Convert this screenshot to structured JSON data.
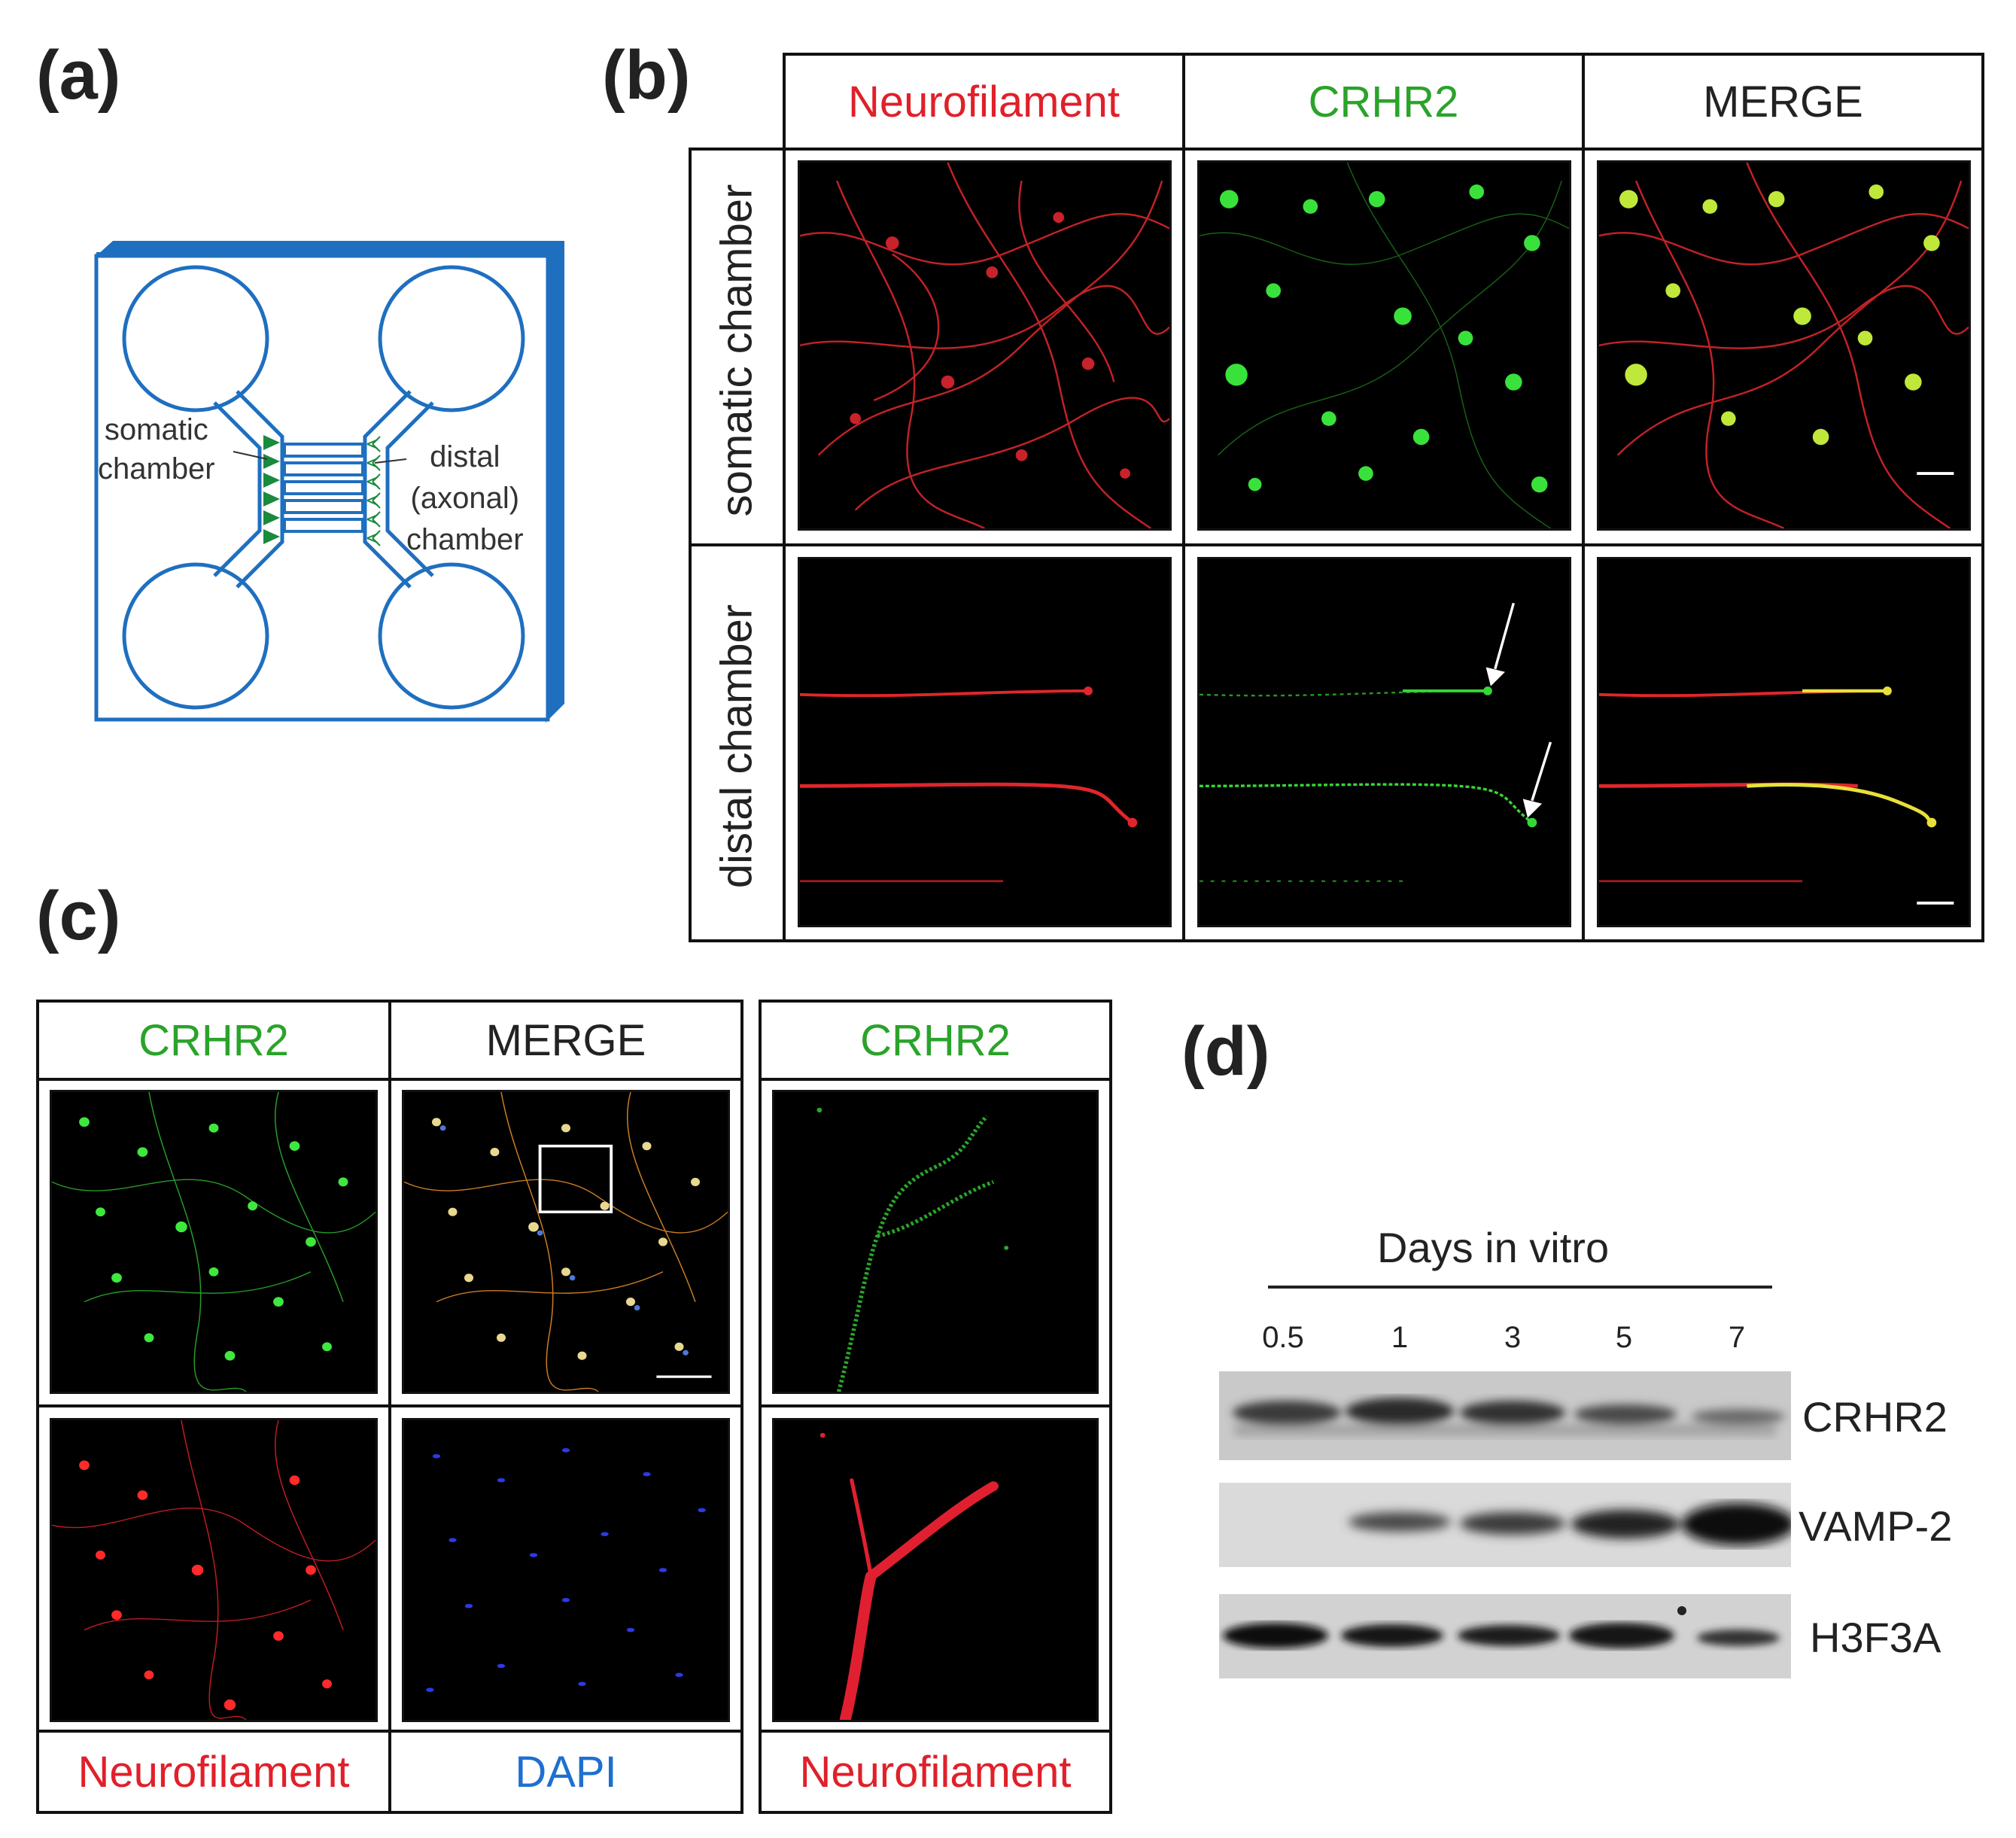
{
  "panels": {
    "a": "(a)",
    "b": "(b)",
    "c": "(c)",
    "d": "(d)"
  },
  "schematic": {
    "somatic_line1": "somatic",
    "somatic_line2": "chamber",
    "distal_line1": "distal",
    "distal_line2": "(axonal)",
    "distal_line3": "chamber",
    "device_color": "#1f6fc0",
    "neuron_color": "#1a8a3c"
  },
  "panel_b": {
    "columns": [
      "Neurofilament",
      "CRHR2",
      "MERGE"
    ],
    "rows": [
      "somatic chamber",
      "distal chamber"
    ]
  },
  "panel_c": {
    "top_headers": [
      "CRHR2",
      "MERGE"
    ],
    "bottom_labels": [
      "Neurofilament",
      "DAPI"
    ],
    "zoom_top": "CRHR2",
    "zoom_bottom": "Neurofilament"
  },
  "panel_d": {
    "title": "Days in vitro",
    "lanes": [
      "0.5",
      "1",
      "3",
      "5",
      "7"
    ],
    "bands": [
      "CRHR2",
      "VAMP-2",
      "H3F3A"
    ]
  },
  "colors": {
    "red": "#e0202a",
    "green": "#2aa32a",
    "blue": "#1f6fd1"
  }
}
